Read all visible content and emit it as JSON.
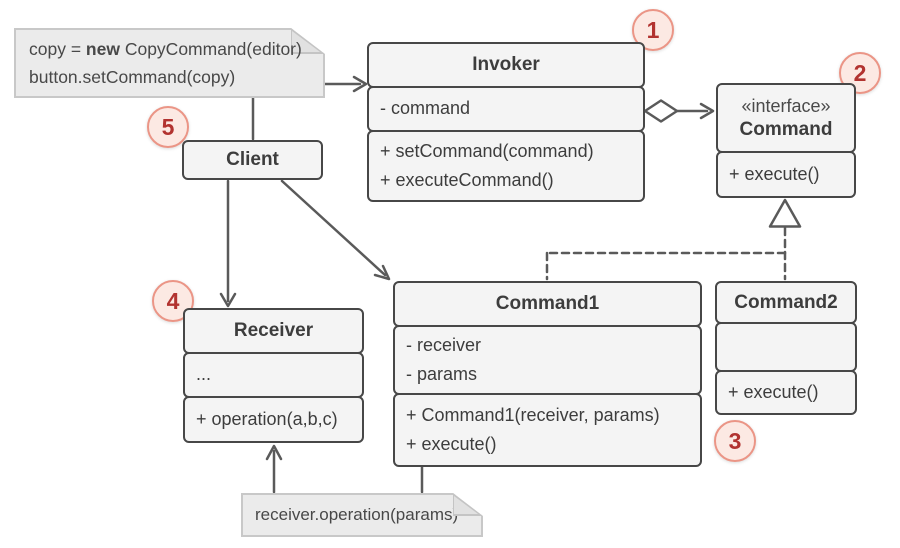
{
  "colors": {
    "background": "#ffffff",
    "box_fill": "#f4f4f4",
    "box_border": "#474747",
    "box_text": "#3d3d3d",
    "note_fill": "#ebebeb",
    "note_border": "#c8c8c8",
    "note_fold": "#e1e1e1",
    "connector": "#5a5a5a",
    "badge_fill": "#fce9e3",
    "badge_border": "#eb9586",
    "badge_text": "#b23330"
  },
  "notes": {
    "setup": {
      "line1_pre": "copy = ",
      "line1_keyword": "new",
      "line1_post": " CopyCommand(editor)",
      "line2": "button.setCommand(copy)"
    },
    "invocation": {
      "text": "receiver.operation(params)"
    }
  },
  "classes": {
    "invoker": {
      "name": "Invoker",
      "attributes": [
        "- command"
      ],
      "methods": [
        "+ setCommand(command)",
        "+ executeCommand()"
      ]
    },
    "command": {
      "stereotype": "«interface»",
      "name": "Command",
      "methods": [
        "+ execute()"
      ]
    },
    "client": {
      "name": "Client"
    },
    "receiver": {
      "name": "Receiver",
      "attributes": [
        "..."
      ],
      "methods": [
        "+ operation(a,b,c)"
      ]
    },
    "command1": {
      "name": "Command1",
      "attributes": [
        "- receiver",
        "- params"
      ],
      "methods": [
        "+ Command1(receiver, params)",
        "+ execute()"
      ]
    },
    "command2": {
      "name": "Command2",
      "attributes": [],
      "methods": [
        "+ execute()"
      ]
    }
  },
  "badges": {
    "invoker": "1",
    "command": "2",
    "command1": "3",
    "receiver": "4",
    "client": "5"
  }
}
